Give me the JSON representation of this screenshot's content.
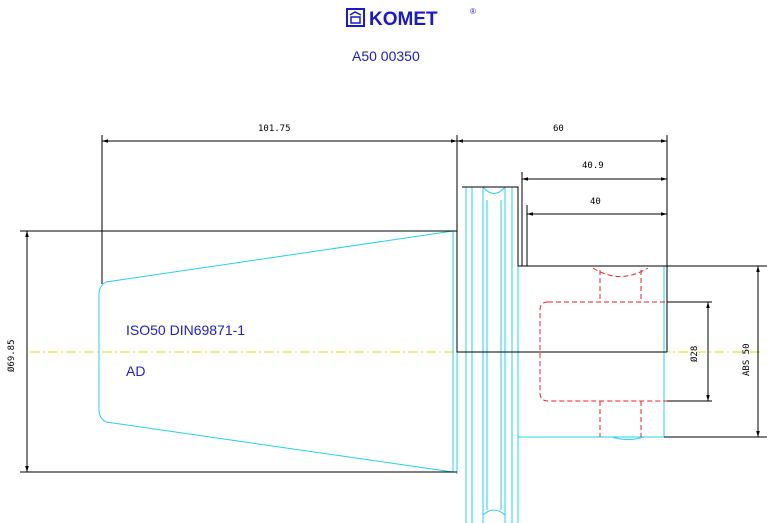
{
  "header": {
    "brand": "KOMET",
    "brand_mark": "®",
    "part_number": "A50 00350"
  },
  "dimensions": {
    "overall_length": "101.75",
    "flange_length": "60",
    "bore_depth_1": "40.9",
    "bore_depth_2": "40",
    "taper_diameter": "Ø69.85",
    "bore_diameter": "Ø28",
    "abs_size": "ABS 50"
  },
  "notes": {
    "standard": "ISO50 DIN69871-1",
    "variant": "AD"
  },
  "colors": {
    "outline": "#000000",
    "body": "#22d3ee",
    "hidden": "#ee2222",
    "centerline": "#e8e000",
    "text": "#2020d0"
  }
}
